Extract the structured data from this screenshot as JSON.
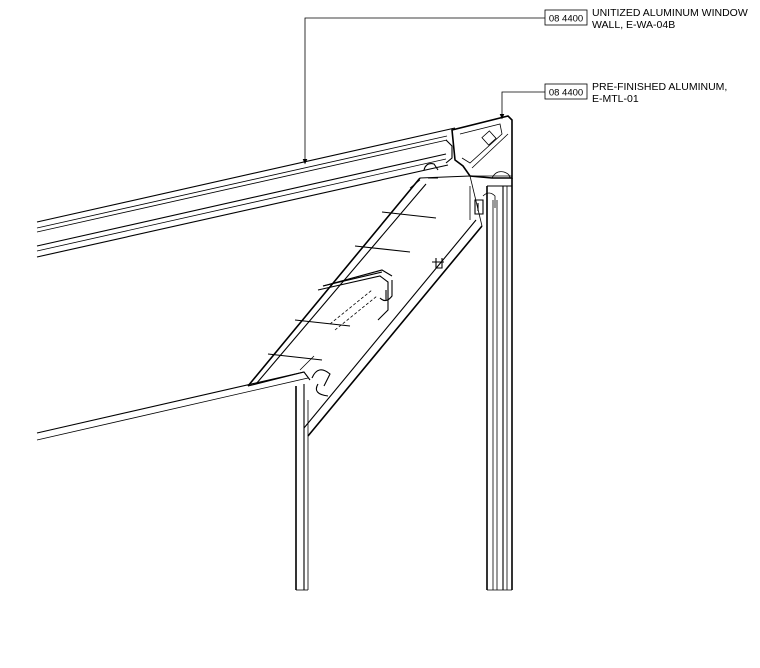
{
  "callouts": [
    {
      "key": "08 4400",
      "note_line1": "UNITIZED ALUMINUM WINDOW",
      "note_line2": "WALL, E-WA-04B"
    },
    {
      "key": "08 4400",
      "note_line1": "PRE-FINISHED ALUMINUM,",
      "note_line2": "E-MTL-01"
    }
  ]
}
